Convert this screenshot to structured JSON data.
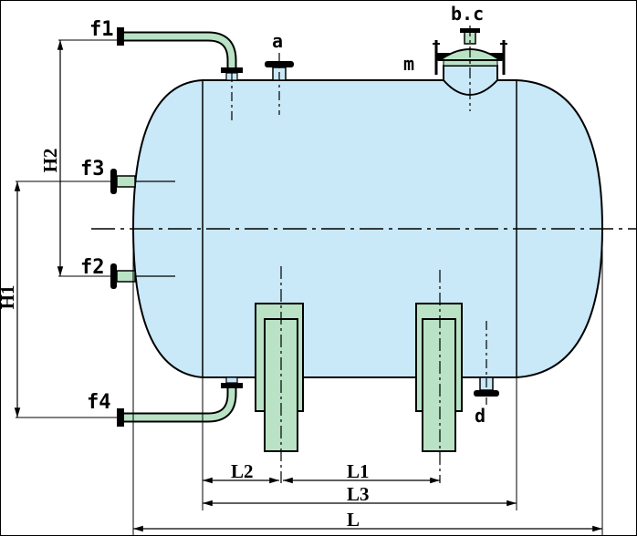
{
  "labels": {
    "f1": "f1",
    "a": "a",
    "bc": "b.c",
    "m": "m",
    "f3": "f3",
    "f2": "f2",
    "f4": "f4",
    "d": "d",
    "H1": "H1",
    "H2": "H2",
    "L": "L",
    "L1": "L1",
    "L2": "L2",
    "L3": "L3"
  },
  "colors": {
    "vessel_fill": "#c9e8f8",
    "saddle_fill": "#b9e3c4",
    "pipe_fill": "#b9e3c4",
    "line": "#000000",
    "background": "#ffffff"
  }
}
